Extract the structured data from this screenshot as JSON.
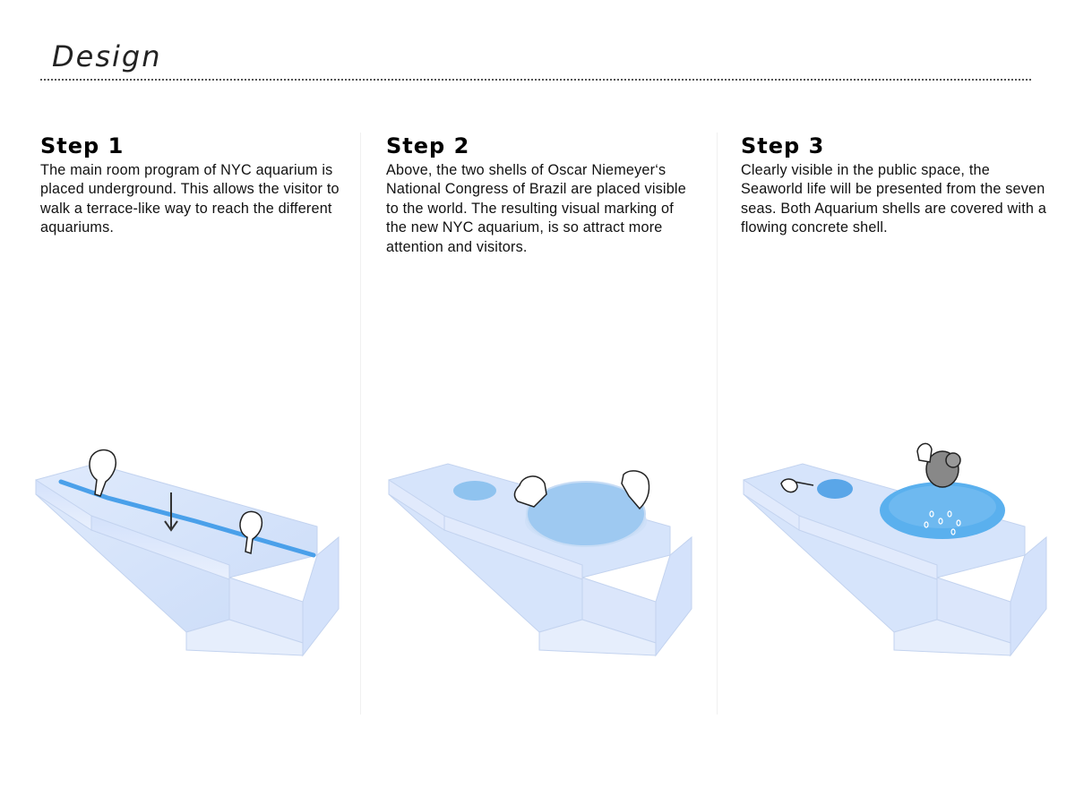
{
  "page": {
    "title": "Design"
  },
  "steps": [
    {
      "heading": "Step 1",
      "text": "The main room program of NYC aquarium is placed underground. This allows the visitor to walk a terrace-like way to reach the different aquariums."
    },
    {
      "heading": "Step 2",
      "text": "Above, the two shells of Oscar Niemeyer‘s National Congress of Brazil are placed visible to the world. The resulting visual marking of the new NYC aquarium, is so attract more attention and visitors."
    },
    {
      "heading": "Step 3",
      "text": "Clearly visible in the public space, the Seaworld life will be presented from the seven seas. Both Aquarium shells are covered with a flowing concrete shell."
    }
  ],
  "colors": {
    "base": "#d9e6fb",
    "water": "#5aa6e8",
    "shell": "#8fc3ef"
  }
}
